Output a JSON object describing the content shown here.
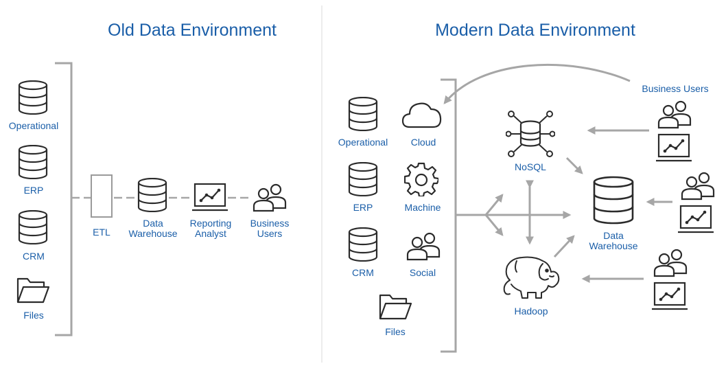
{
  "colors": {
    "accent": "#1a5ea8",
    "icon": "#2b2b2b",
    "connector": "#a6a6a6"
  },
  "old_env": {
    "title": "Old Data Environment",
    "sources": [
      {
        "label": "Operational",
        "icon": "database-icon"
      },
      {
        "label": "ERP",
        "icon": "database-icon"
      },
      {
        "label": "CRM",
        "icon": "database-icon"
      },
      {
        "label": "Files",
        "icon": "folder-icon"
      }
    ],
    "pipeline": [
      {
        "label": "ETL",
        "icon": "etl-box-icon"
      },
      {
        "label_line1": "Data",
        "label_line2": "Warehouse",
        "icon": "database-icon"
      },
      {
        "label_line1": "Reporting",
        "label_line2": "Analyst",
        "icon": "report-monitor-icon"
      },
      {
        "label_line1": "Business",
        "label_line2": "Users",
        "icon": "users-icon"
      }
    ]
  },
  "modern_env": {
    "title": "Modern Data Environment",
    "sources": [
      {
        "label": "Operational",
        "icon": "database-icon"
      },
      {
        "label": "Cloud",
        "icon": "cloud-icon"
      },
      {
        "label": "ERP",
        "icon": "database-icon"
      },
      {
        "label": "Machine",
        "icon": "gear-icon"
      },
      {
        "label": "CRM",
        "icon": "database-icon"
      },
      {
        "label": "Social",
        "icon": "users-icon"
      },
      {
        "label": "Files",
        "icon": "folder-icon"
      }
    ],
    "nosql": {
      "label": "NoSQL",
      "icon": "nosql-network-icon"
    },
    "hadoop": {
      "label": "Hadoop",
      "icon": "hadoop-elephant-icon"
    },
    "warehouse": {
      "label_line1": "Data",
      "label_line2": "Warehouse",
      "icon": "database-icon"
    },
    "business_users": {
      "label": "Business Users",
      "icon": "users-icon"
    }
  }
}
